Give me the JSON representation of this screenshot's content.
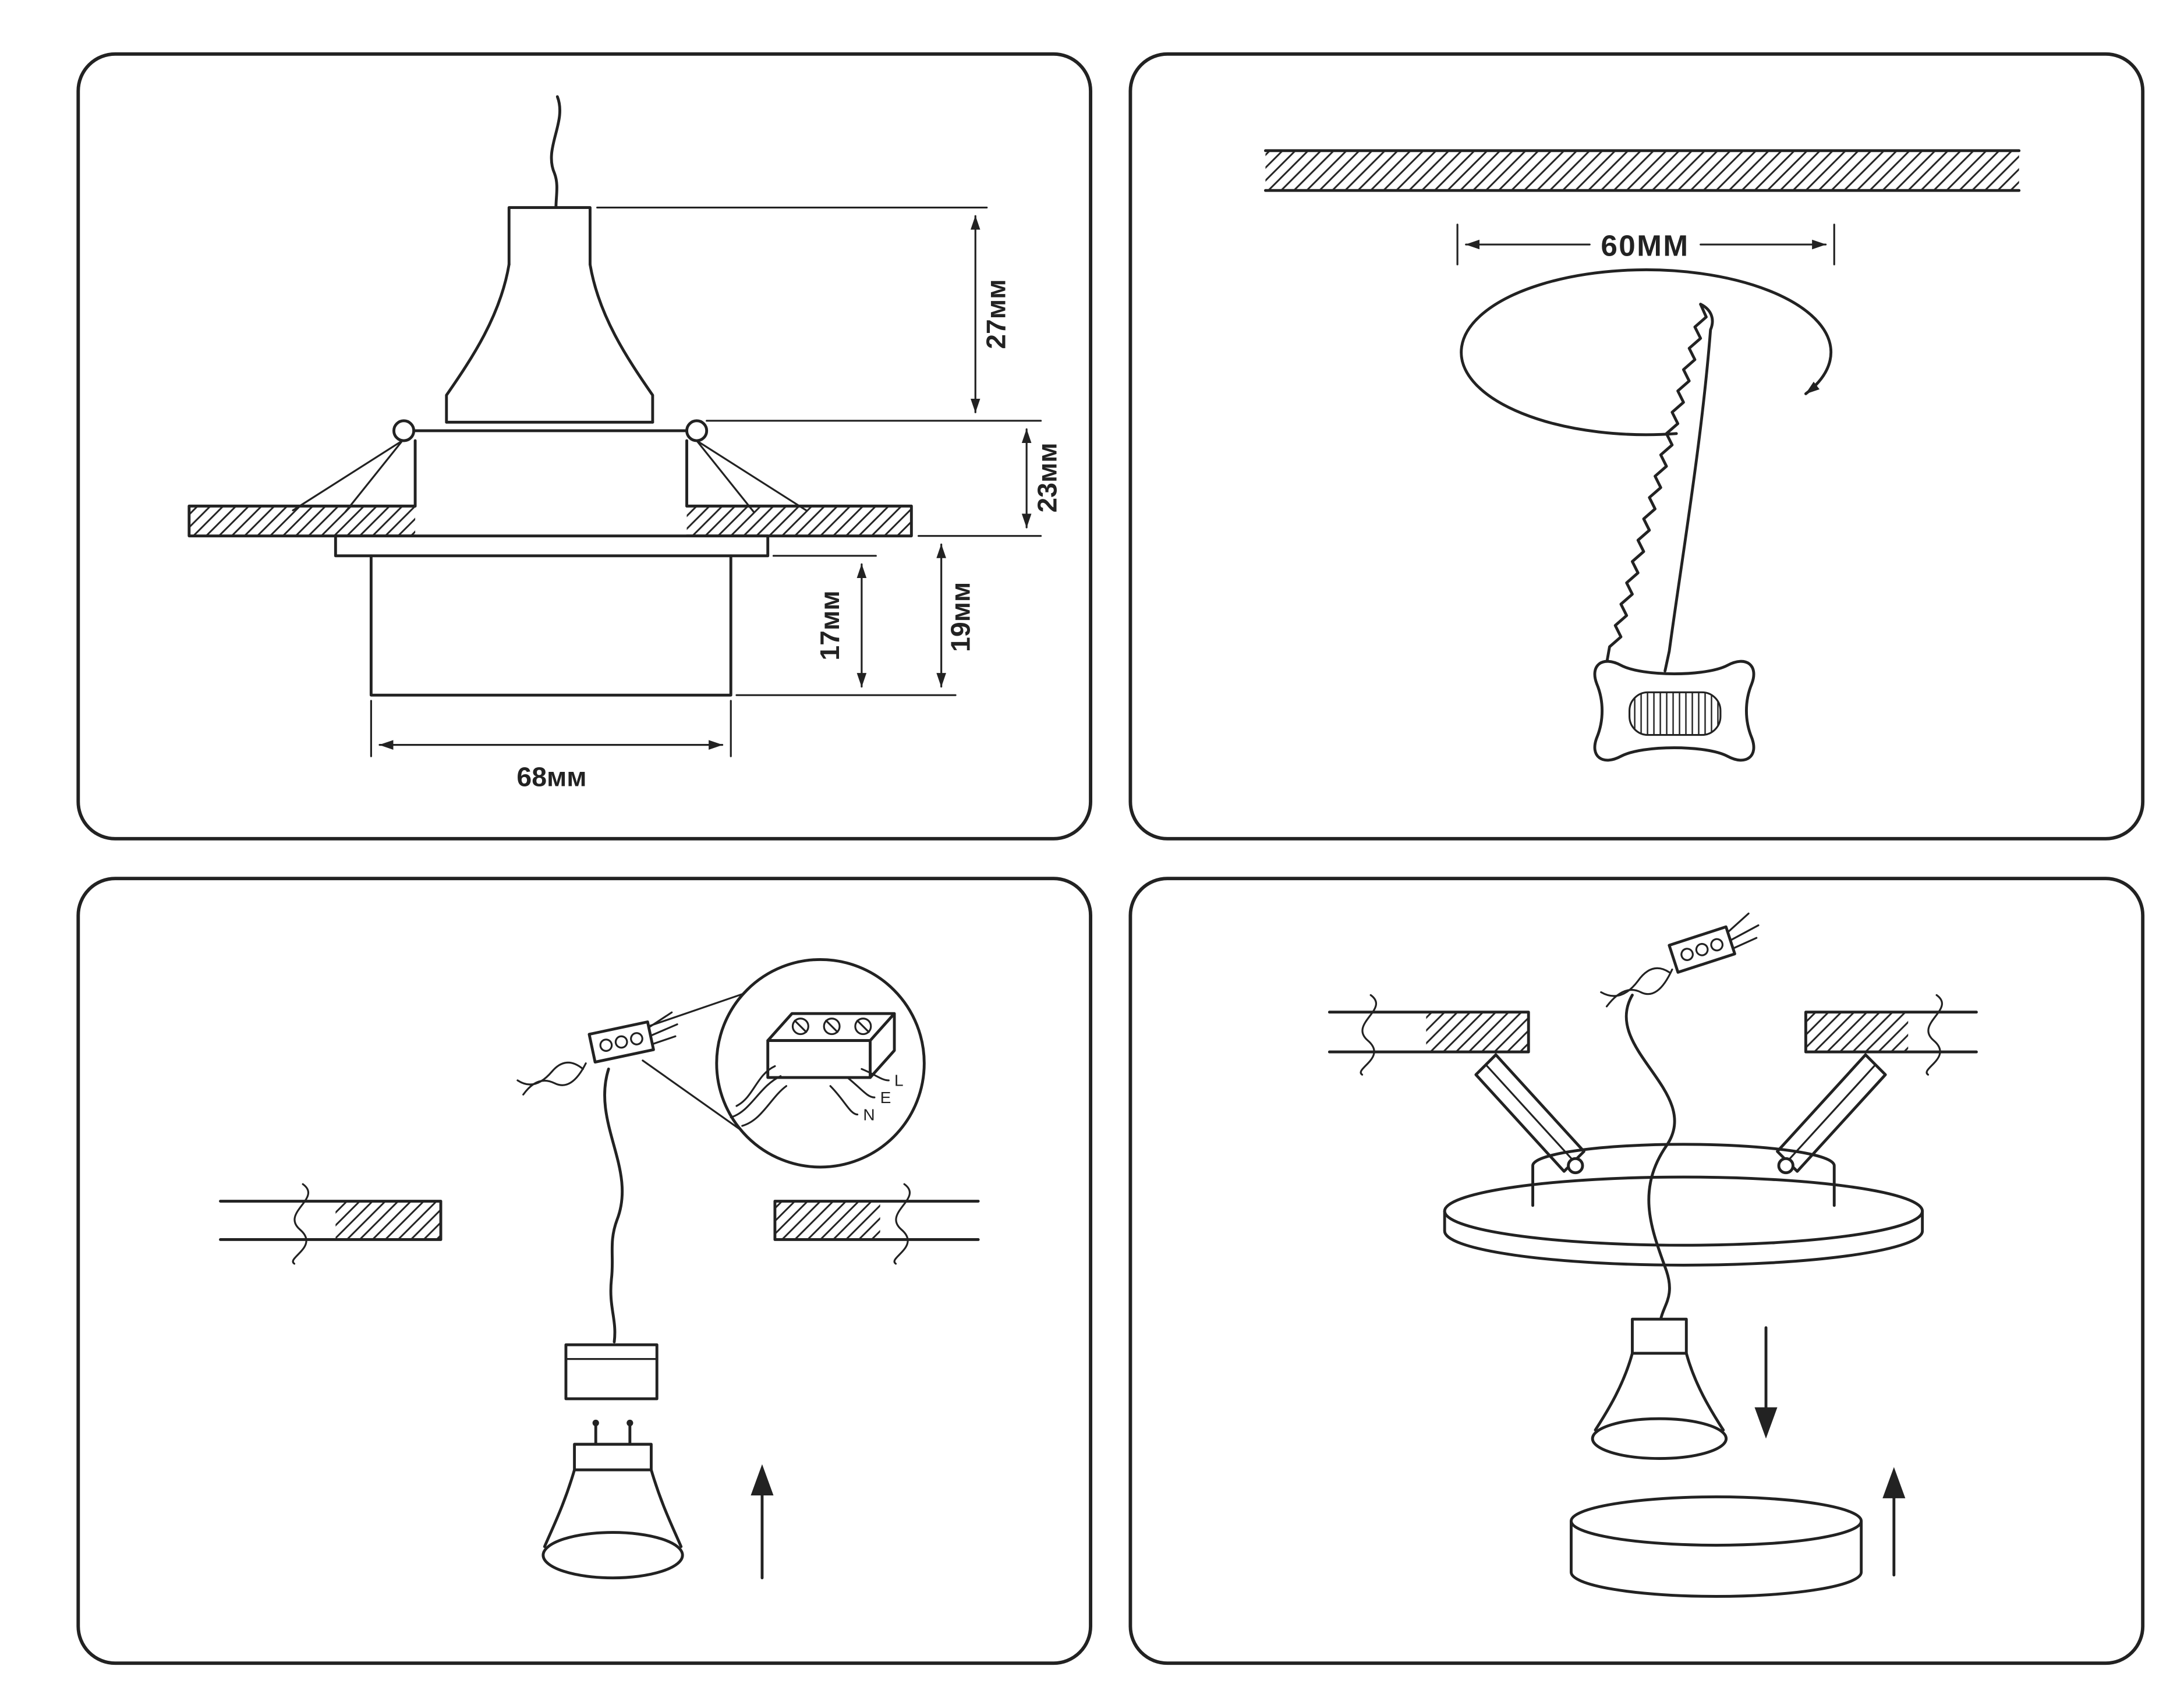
{
  "colors": {
    "background": "#ffffff",
    "line": "#222222"
  },
  "dimensions_panel": {
    "lamp_height": "27мм",
    "collar_height": "23мм",
    "trim_depth": "17мм",
    "overall_depth": "19мм",
    "trim_diameter": "68мм"
  },
  "cutout_panel": {
    "hole_diameter": "60MM"
  },
  "wiring_panel": {
    "terminal_live": "L",
    "terminal_earth": "E",
    "terminal_neutral": "N"
  }
}
